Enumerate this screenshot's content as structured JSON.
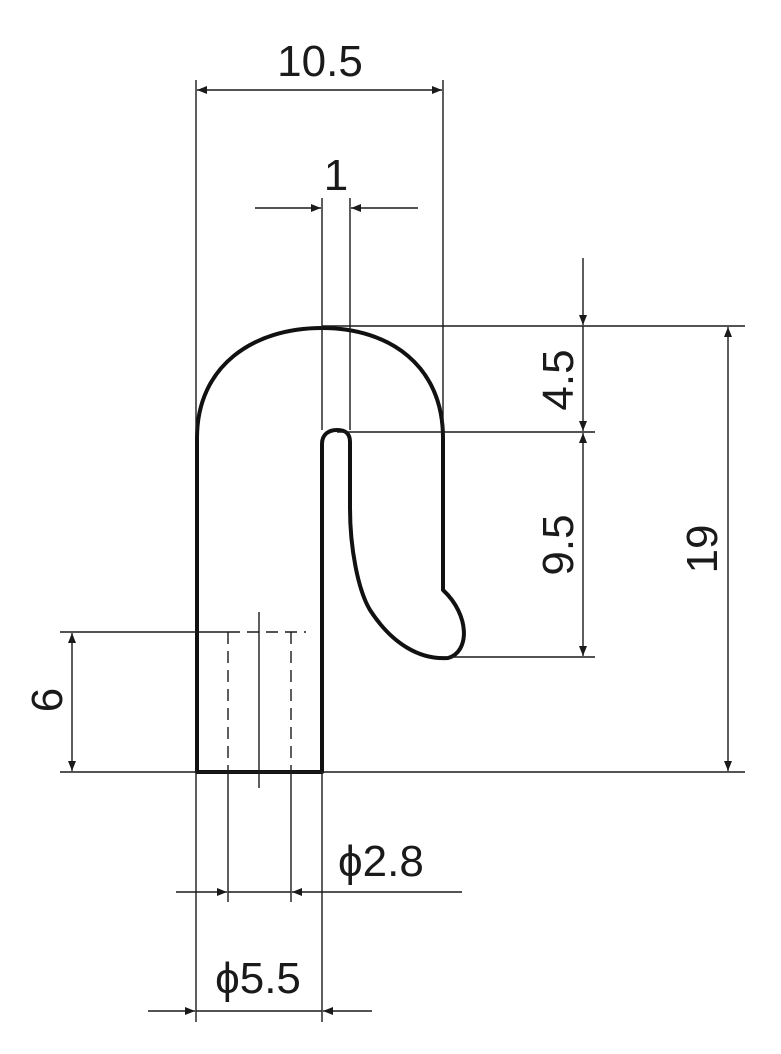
{
  "drawing": {
    "dimensions": {
      "overall_width": "10.5",
      "wire_gap": "1",
      "top_arc_height": "4.5",
      "hook_inner_height": "9.5",
      "overall_height": "19",
      "shank_depth": "6",
      "inner_diameter": "ϕ2.8",
      "outer_diameter": "ϕ5.5"
    }
  }
}
